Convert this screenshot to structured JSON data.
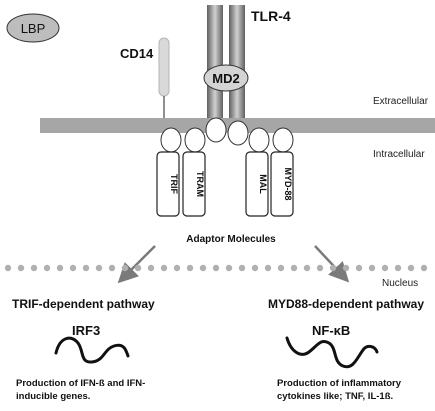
{
  "molecules": {
    "lbp": "LBP",
    "cd14": "CD14",
    "tlr4": "TLR-4",
    "md2": "MD2"
  },
  "regions": {
    "extracellular": "Extracellular",
    "intracellular": "Intracellular",
    "nucleus": "Nucleus"
  },
  "adaptors": {
    "trif": "TRIF",
    "tram": "TRAM",
    "mal": "MAL",
    "myd88": "MYD-88",
    "caption": "Adaptor Molecules"
  },
  "pathways": {
    "left": {
      "title": "TRIF-dependent pathway",
      "factor": "IRF3",
      "desc_line1": "Production of IFN-ß and IFN-",
      "desc_line2": "inducible genes."
    },
    "right": {
      "title": "MYD88-dependent pathway",
      "factor": "NF-κB",
      "desc_line1": "Production of inflammatory",
      "desc_line2": "cytokines like; TNF, IL-1ß."
    }
  },
  "colors": {
    "membrane": "#a6a6a6",
    "tlr_dark": "#6e6e6e",
    "tlr_light": "#c8c8c8",
    "oval_fill": "#d4d4d4",
    "cd14_fill": "#d9d9d9",
    "arrow": "#7a7a7a",
    "dots": "#b0b0b0"
  }
}
